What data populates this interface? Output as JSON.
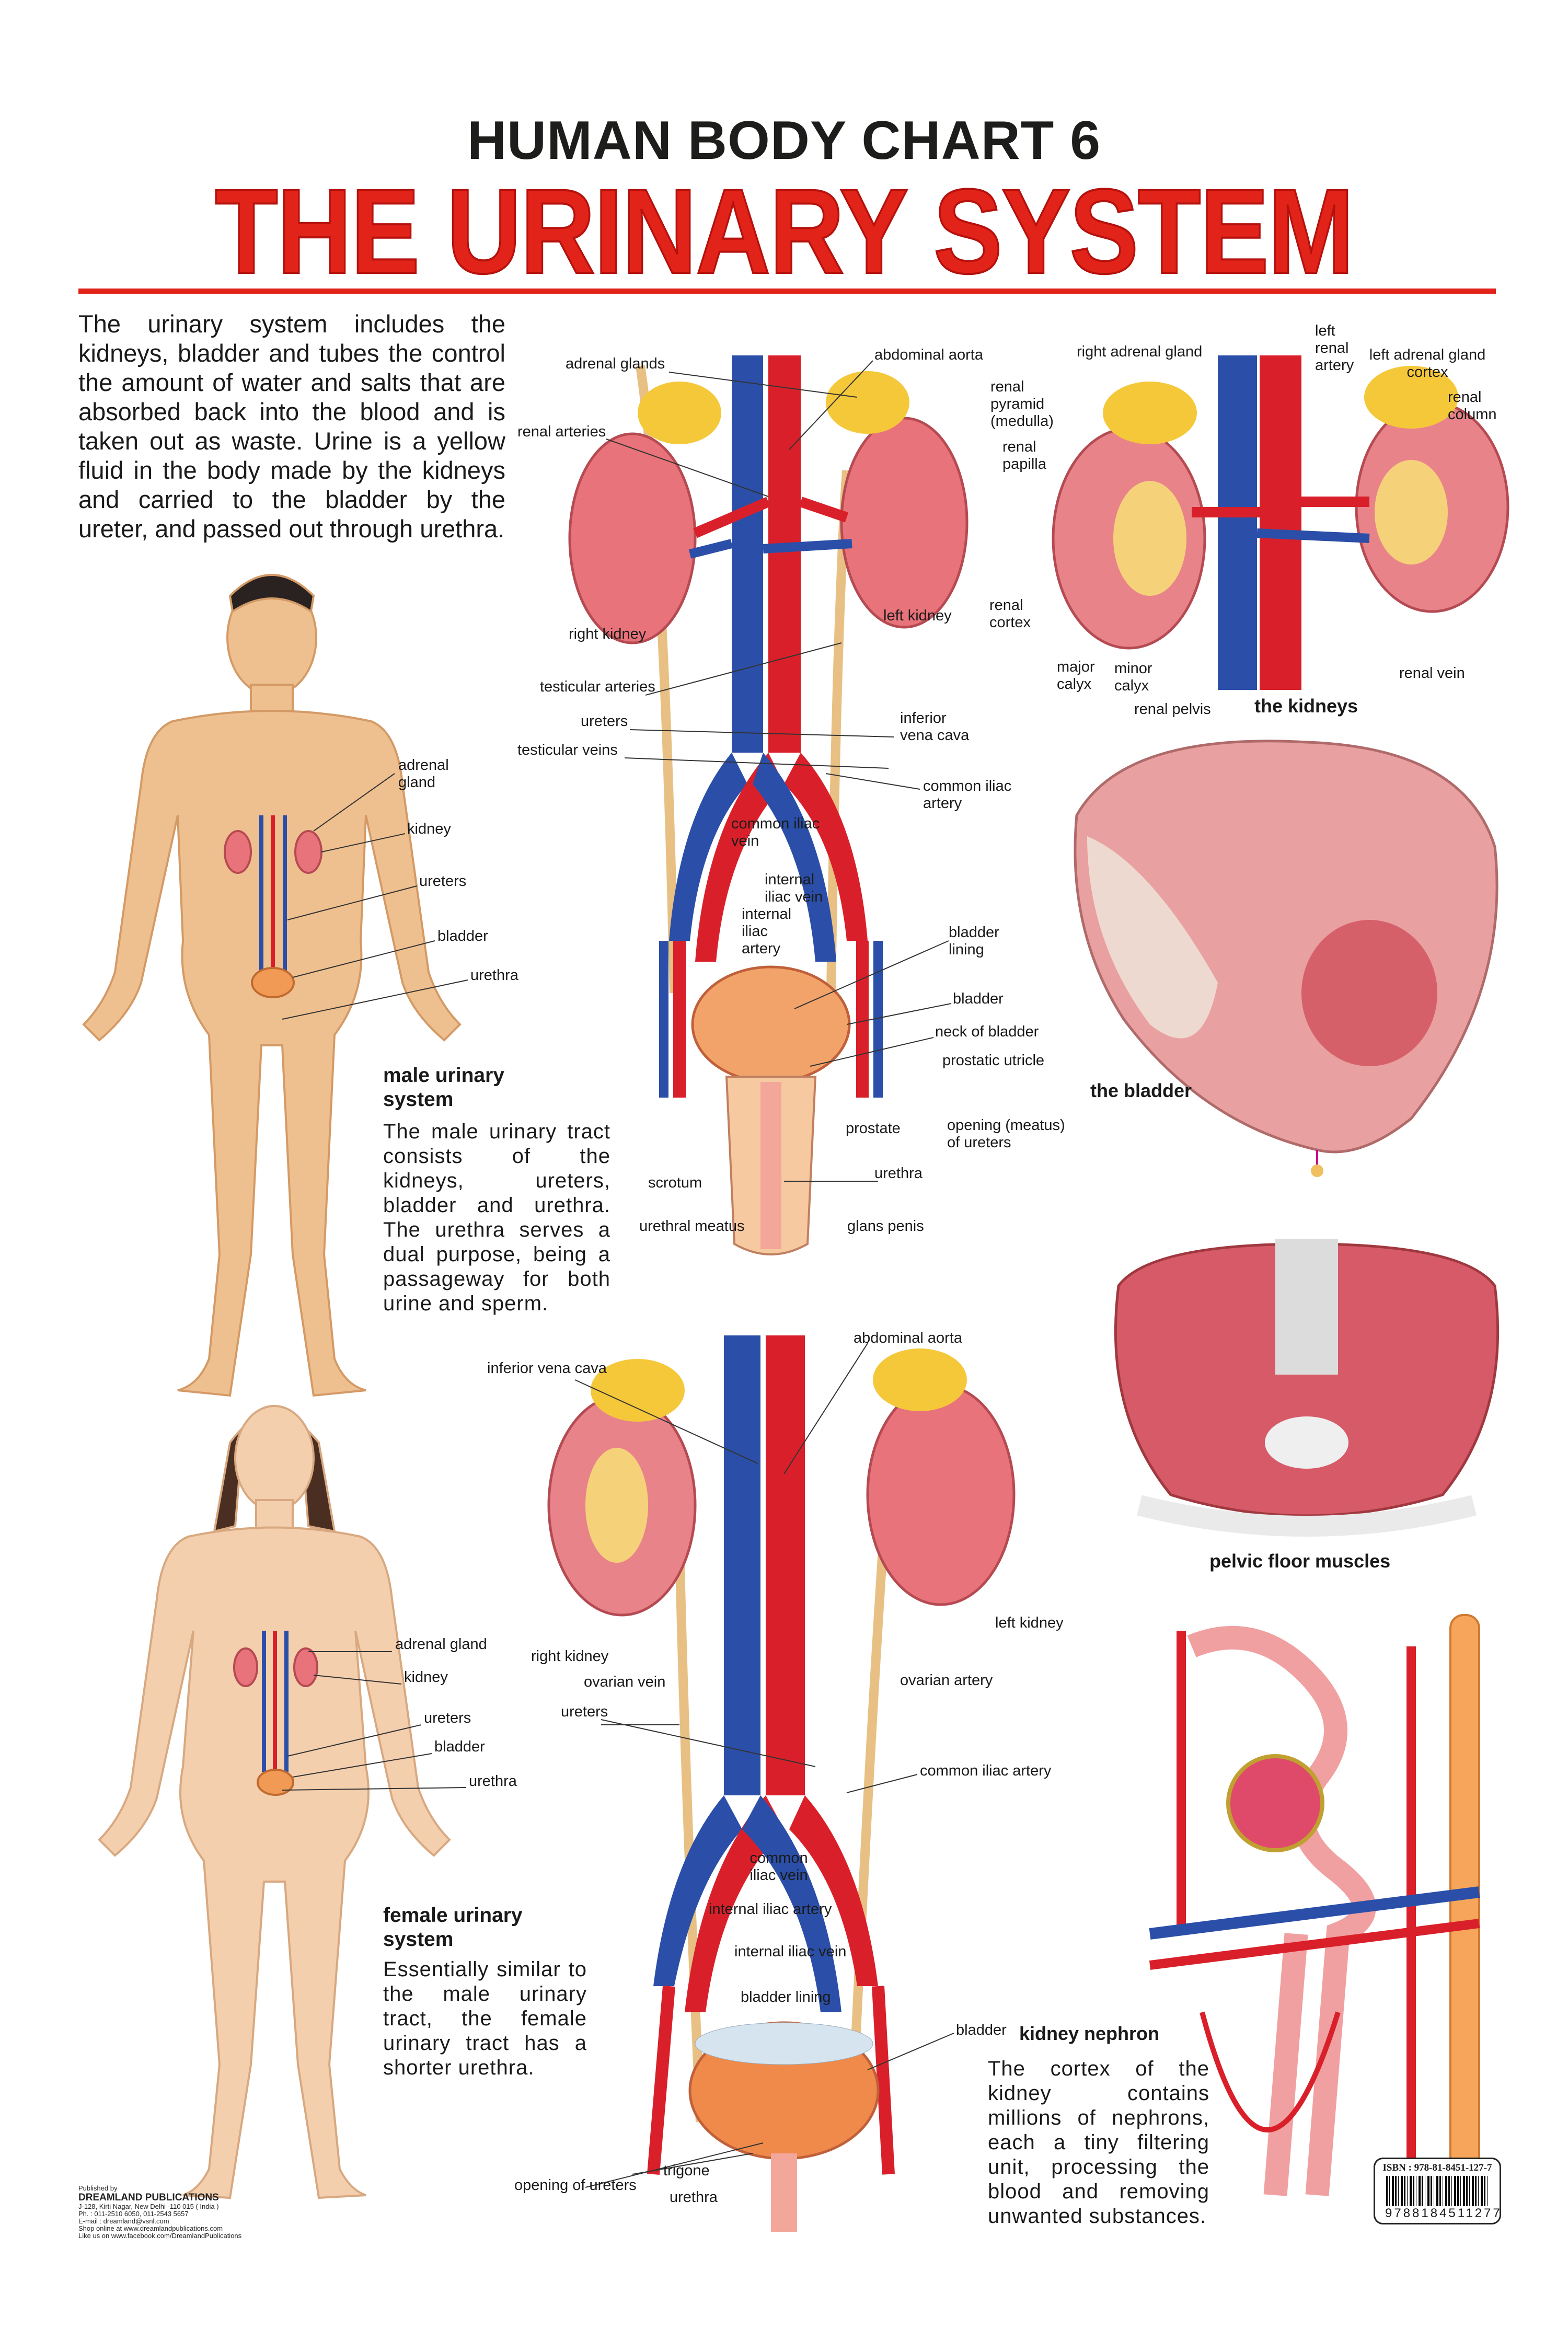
{
  "header": {
    "series_title": "HUMAN BODY CHART 6",
    "title": "THE URINARY SYSTEM"
  },
  "intro": "The urinary system includes the kidneys, bladder and tubes the control the amount of water and salts that are absorbed back into the blood and is taken out as waste. Urine is a yellow fluid in the body made by the kidneys and carried to the bladder by the ureter, and passed out through urethra.",
  "male_figure": {
    "labels": [
      "adrenal gland",
      "kidney",
      "ureters",
      "bladder",
      "urethra"
    ],
    "heading": "male urinary system",
    "text": "The male urinary tract consists of the kidneys, ureters, bladder and urethra. The urethra serves a dual purpose, being a passageway for both urine and sperm."
  },
  "male_diagram": {
    "labels": [
      "adrenal glands",
      "abdominal aorta",
      "renal arteries",
      "right kidney",
      "left kidney",
      "testicular arteries",
      "ureters",
      "testicular veins",
      "inferior vena cava",
      "common iliac artery",
      "common iliac vein",
      "internal iliac vein",
      "internal iliac artery",
      "bladder lining",
      "bladder",
      "neck of bladder",
      "prostatic utricle",
      "prostate",
      "opening (meatus) of ureters",
      "scrotum",
      "urethra",
      "urethral meatus",
      "glans penis"
    ]
  },
  "kidneys": {
    "caption": "the kidneys",
    "labels": [
      "right adrenal gland",
      "left renal artery",
      "left adrenal gland cortex",
      "renal pyramid (medulla)",
      "renal column",
      "renal papilla",
      "renal cortex",
      "major calyx",
      "minor calyx",
      "renal pelvis",
      "renal vein"
    ]
  },
  "bladder": {
    "caption": "the bladder"
  },
  "pelvic": {
    "caption": "pelvic floor muscles"
  },
  "female_figure": {
    "labels": [
      "adrenal gland",
      "kidney",
      "ureters",
      "bladder",
      "urethra"
    ],
    "heading": "female urinary system",
    "text": "Essentially similar to the male urinary tract, the female urinary tract has a shorter urethra."
  },
  "female_diagram": {
    "labels": [
      "abdominal aorta",
      "inferior vena cava",
      "right kidney",
      "left kidney",
      "ovarian vein",
      "ovarian artery",
      "ureters",
      "common iliac artery",
      "common iliac vein",
      "internal iliac artery",
      "internal iliac vein",
      "bladder lining",
      "bladder",
      "trigone",
      "opening of ureters",
      "urethra"
    ]
  },
  "nephron": {
    "heading": "kidney nephron",
    "text": "The cortex of the kidney contains millions of nephrons, each a tiny filtering unit, processing the blood and removing unwanted substances."
  },
  "publisher": {
    "by": "Published by",
    "name": "DREAMLAND PUBLICATIONS",
    "lines": [
      "J-128, Kirti Nagar, New Delhi -110 015 ( India )",
      "Ph. : 011-2510 6050, 011-2543 5657",
      "E-mail : dreamland@vsnl.com",
      "Shop online at www.dreamlandpublications.com",
      "Like us on www.facebook.com/DreamlandPublications"
    ]
  },
  "isbn": {
    "label": "ISBN : 978-81-8451-127-7",
    "barcode": "9788184511277"
  },
  "colors": {
    "title_red": "#e2231a",
    "artery": "#d9202a",
    "vein": "#2b4fa8",
    "skin": "#f0c08e",
    "kidney": "#e9737a",
    "adrenal": "#f5c83a"
  }
}
